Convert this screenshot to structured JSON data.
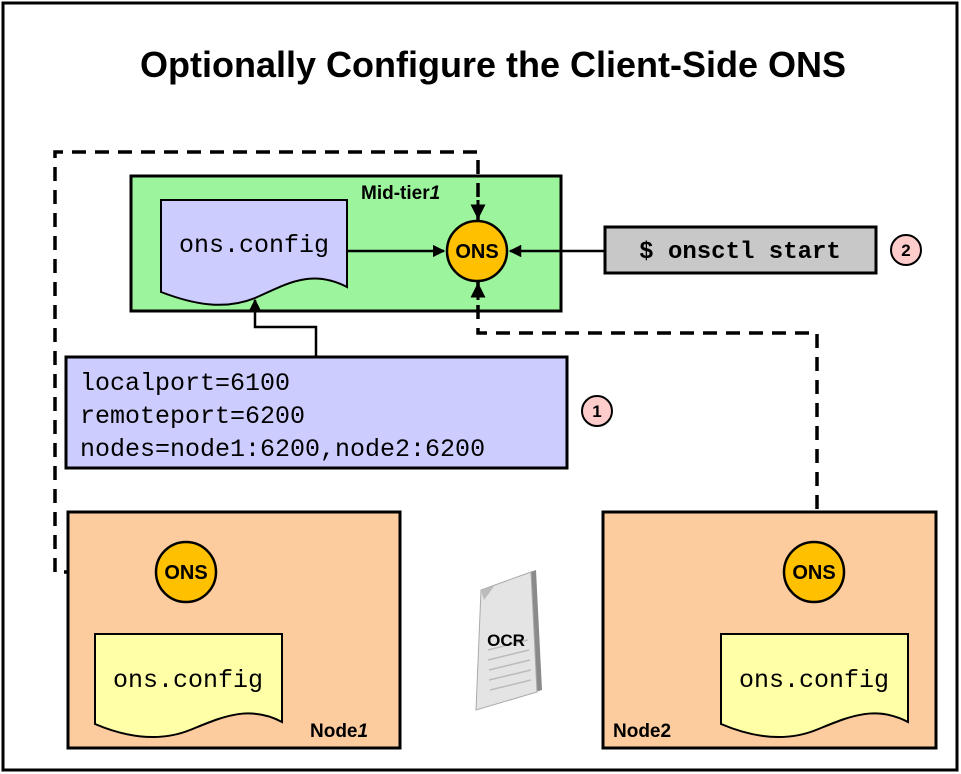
{
  "title": "Optionally Configure the Client-Side ONS",
  "mid_tier": {
    "label": "Mid-tier",
    "label_num": "1",
    "file": "ons.config",
    "service": "ONS"
  },
  "command": {
    "text": "$ onsctl start",
    "step": "2"
  },
  "config": {
    "lines": [
      "localport=6100",
      "remoteport=6200",
      "nodes=node1:6200,node2:6200"
    ],
    "step": "1"
  },
  "node1": {
    "label": "Node",
    "label_num": "1",
    "file": "ons.config",
    "service": "ONS"
  },
  "node2": {
    "label": "Node2",
    "file": "ons.config",
    "service": "ONS"
  },
  "ocr": {
    "label": "OCR"
  },
  "colors": {
    "mid_tier_fill": "#9cf59c",
    "file_fill": "#ccccff",
    "node_fill": "#fccb9e",
    "node_file_fill": "#ffffa8",
    "ons_fill": "#ffc000",
    "command_fill": "#c8c8c8",
    "step_fill": "#ffcccc"
  }
}
